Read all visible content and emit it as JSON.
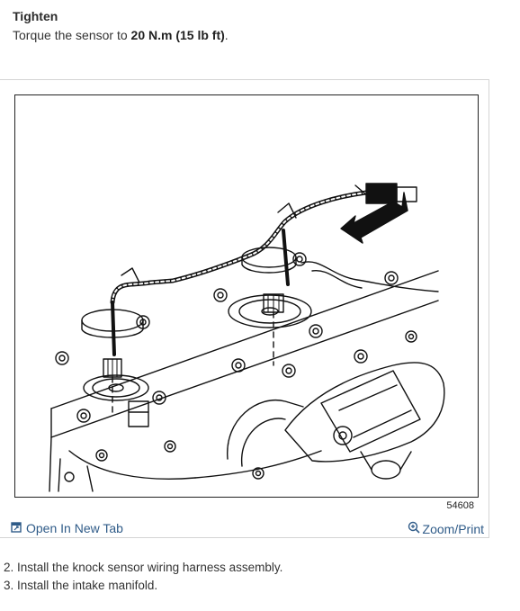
{
  "heading": "Tighten",
  "instruction": {
    "prefix": "Torque the sensor to ",
    "value": "20 N.m (15 lb ft)",
    "suffix": "."
  },
  "figure": {
    "number": "54608"
  },
  "toolbar": {
    "open_new_tab": "Open In New Tab",
    "zoom_print": "Zoom/Print",
    "icons": {
      "open": "external-window-icon",
      "zoom": "magnifier-icon"
    },
    "link_color": "#2f5b88"
  },
  "steps": [
    "2. Install the knock sensor wiring harness assembly.",
    "3. Install the intake manifold."
  ]
}
